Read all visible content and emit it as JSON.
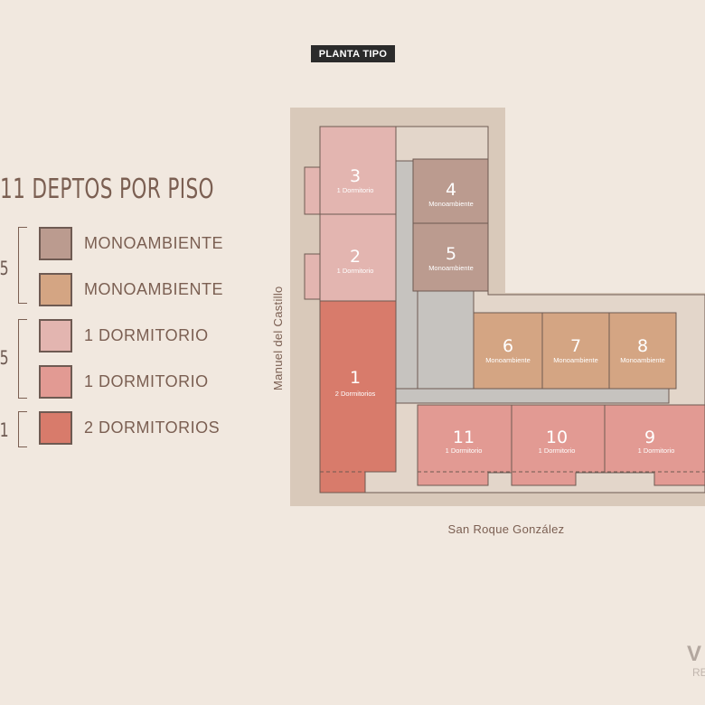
{
  "badge": "PLANTA TIPO",
  "legend": {
    "title": "11 DEPTOS POR PISO",
    "items": [
      {
        "label": "MONOAMBIENTE",
        "color": "#bb9b8f"
      },
      {
        "label": "MONOAMBIENTE",
        "color": "#d4a583"
      },
      {
        "label": "1 DORMITORIO",
        "color": "#e3b5b0"
      },
      {
        "label": "1 DORMITORIO",
        "color": "#e29a93"
      },
      {
        "label": "2 DORMITORIOS",
        "color": "#d87b6b"
      }
    ],
    "groups": [
      "5",
      "5",
      "1"
    ]
  },
  "streets": {
    "side": "Manuel del Castillo",
    "bottom": "San Roque González"
  },
  "units": [
    {
      "num": "3",
      "type": "1 Dormitorio",
      "color": "#e3b5b0"
    },
    {
      "num": "2",
      "type": "1 Dormitorio",
      "color": "#e3b5b0"
    },
    {
      "num": "1",
      "type": "2 Dormitorios",
      "color": "#d87b6b"
    },
    {
      "num": "4",
      "type": "Monoambiente",
      "color": "#bb9b8f"
    },
    {
      "num": "5",
      "type": "Monoambiente",
      "color": "#bb9b8f"
    },
    {
      "num": "6",
      "type": "Monoambiente",
      "color": "#d4a583"
    },
    {
      "num": "7",
      "type": "Monoambiente",
      "color": "#d4a583"
    },
    {
      "num": "8",
      "type": "Monoambiente",
      "color": "#d4a583"
    },
    {
      "num": "11",
      "type": "1 Dormitorio",
      "color": "#e29a93"
    },
    {
      "num": "10",
      "type": "1 Dormitorio",
      "color": "#e29a93"
    },
    {
      "num": "9",
      "type": "1 Dormitorio",
      "color": "#e29a93"
    }
  ],
  "logo": {
    "mark": "V",
    "sub": "RE"
  }
}
